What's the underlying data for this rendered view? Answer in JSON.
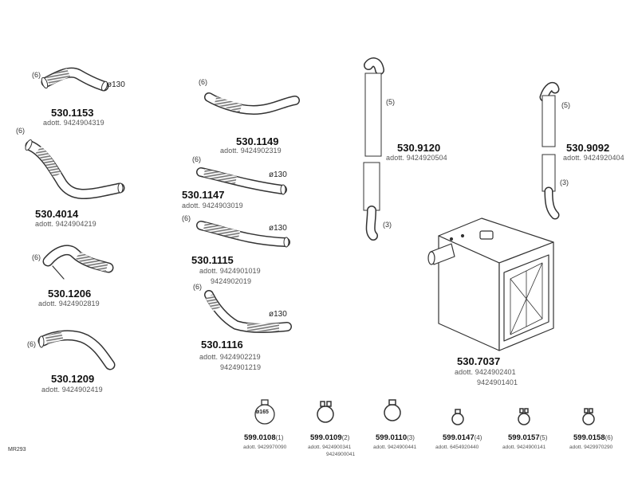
{
  "diagram_ref": "MR293",
  "parts": {
    "p1153": {
      "number": "530.1153",
      "adopt": [
        "adott. 9424904319"
      ],
      "qty": "(6)",
      "diameter": "ø130"
    },
    "p4014": {
      "number": "530.4014",
      "adopt": [
        "adott. 9424904219"
      ],
      "qty": "(6)"
    },
    "p1206": {
      "number": "530.1206",
      "adopt": [
        "adott. 9424902819"
      ],
      "qty": "(6)"
    },
    "p1209": {
      "number": "530.1209",
      "adopt": [
        "adott. 9424902419"
      ],
      "qty": "(6)"
    },
    "p1149": {
      "number": "530.1149",
      "adopt": [
        "adott. 9424902319"
      ],
      "qty": "(6)"
    },
    "p1147": {
      "number": "530.1147",
      "adopt": [
        "adott. 9424903019"
      ],
      "qty": "(6)",
      "diameter": "ø130"
    },
    "p1115": {
      "number": "530.1115",
      "adopt": [
        "adott. 9424901019",
        "9424902019"
      ],
      "qty": "(6)",
      "diameter": "ø130"
    },
    "p1116": {
      "number": "530.1116",
      "adopt": [
        "adott. 9424902219",
        "9424901219"
      ],
      "qty": "(6)",
      "diameter": "ø130"
    },
    "p9120": {
      "number": "530.9120",
      "adopt": [
        "adott. 9424920504"
      ],
      "qty_top": "(5)",
      "qty_bottom": "(3)"
    },
    "p9092": {
      "number": "530.9092",
      "adopt": [
        "adott. 9424920404"
      ],
      "qty_top": "(5)",
      "qty_bottom": "(3)"
    },
    "p7037": {
      "number": "530.7037",
      "adopt": [
        "adott. 9424902401",
        "9424901401"
      ]
    }
  },
  "clamps": [
    {
      "number": "599.0108",
      "qty": "(1)",
      "adopt": [
        "adott. 9429970090"
      ],
      "badge": "ø165"
    },
    {
      "number": "599.0109",
      "qty": "(2)",
      "adopt": [
        "adott. 9424900341",
        "9424900041"
      ]
    },
    {
      "number": "599.0110",
      "qty": "(3)",
      "adopt": [
        "adott. 9424900441"
      ]
    },
    {
      "number": "599.0147",
      "qty": "(4)",
      "adopt": [
        "adott. 6454920440"
      ]
    },
    {
      "number": "599.0157",
      "qty": "(5)",
      "adopt": [
        "adott. 9424900141"
      ]
    },
    {
      "number": "599.0158",
      "qty": "(6)",
      "adopt": [
        "adott. 9429970290"
      ]
    }
  ],
  "colors": {
    "line": "#333333",
    "fill": "#ffffff",
    "bellows": "#999999"
  }
}
